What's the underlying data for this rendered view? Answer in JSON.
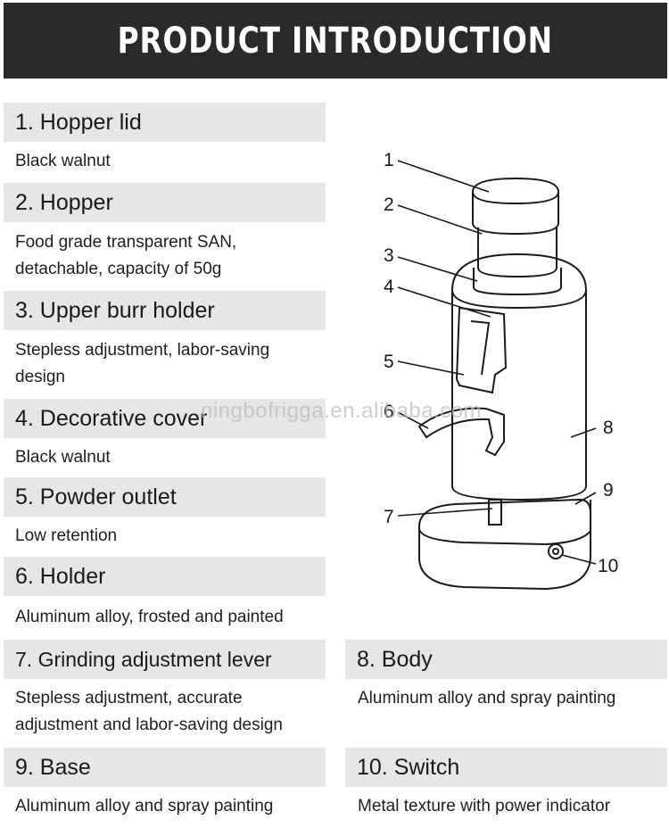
{
  "header": {
    "title": "PRODUCT INTRODUCTION"
  },
  "parts": [
    {
      "label": "1. Hopper lid",
      "desc": [
        "Black walnut"
      ]
    },
    {
      "label": "2. Hopper",
      "desc": [
        "Food grade transparent SAN,",
        "detachable, capacity of 50g"
      ]
    },
    {
      "label": "3. Upper burr holder",
      "desc": [
        "Stepless adjustment, labor-saving",
        "design"
      ]
    },
    {
      "label": "4. Decorative cover",
      "desc": [
        "Black walnut"
      ]
    },
    {
      "label": "5. Powder outlet",
      "desc": [
        "Low retention"
      ]
    },
    {
      "label": "6. Holder",
      "desc": [
        "Aluminum alloy, frosted and painted"
      ]
    },
    {
      "label": "7. Grinding adjustment lever",
      "desc": [
        "Stepless adjustment, accurate",
        "adjustment and labor-saving design"
      ]
    },
    {
      "label": "8. Body",
      "desc": [
        "Aluminum alloy and spray painting"
      ]
    },
    {
      "label": "9. Base",
      "desc": [
        "Aluminum alloy and spray painting"
      ]
    },
    {
      "label": "10. Switch",
      "desc": [
        "Metal texture with power indicator"
      ]
    }
  ],
  "diagram": {
    "callouts": [
      "1",
      "2",
      "3",
      "4",
      "5",
      "6",
      "7",
      "8",
      "9",
      "10"
    ]
  },
  "watermark": "ningbofrigga.en.alibaba.com"
}
